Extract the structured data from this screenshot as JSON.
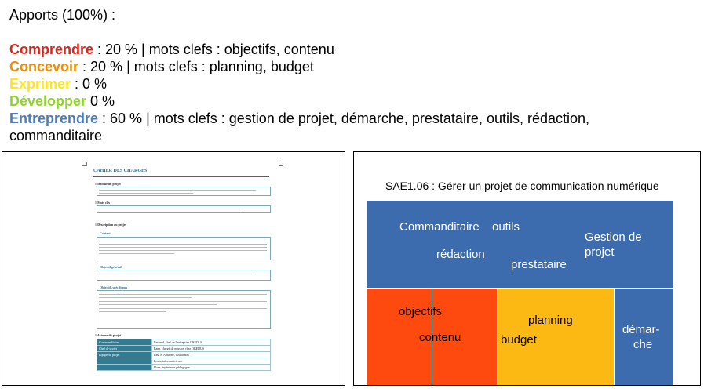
{
  "header": {
    "title": "Apports (100%) :",
    "items": [
      {
        "name": "Comprendre",
        "color": "#d8261c",
        "text": " : 20 % | mots clefs : objectifs, contenu"
      },
      {
        "name": "Concevoir",
        "color": "#f08c00",
        "text": " : 20 % | mots clefs : planning, budget"
      },
      {
        "name": "Exprimer",
        "color": "#ffe51a",
        "text": " : 0 %"
      },
      {
        "name": "Développer",
        "color": "#8fd32c",
        "text": "  0 %"
      },
      {
        "name": "Entreprendre",
        "color": "#4e7cb8",
        "text": " : 60 %  | mots clefs :  gestion de projet, démarche, prestataire, outils, rédaction,",
        "continuation": "commanditaire"
      }
    ]
  },
  "document": {
    "title": "CAHIER DES CHARGES",
    "sections": [
      "// Intitulé du projet",
      "// Mots clés",
      "// Description du projet",
      "// Acteurs du projet"
    ],
    "subheads": [
      "Contexte",
      "Objectif général",
      "Objectifs spécifiques"
    ],
    "table": [
      [
        "Commanditaire",
        "Bernard, chef de l'entreprise OBEDUS"
      ],
      [
        "Chef de projet",
        "Lana, chargé de mission chez OBEDUS"
      ],
      [
        "Equipe de projet",
        "Lina et Anthony, Graphistes"
      ],
      [
        "",
        "Louis, informaticienne"
      ],
      [
        "",
        "Flora, ingénieure pédagogue"
      ]
    ]
  },
  "treemap": {
    "title": "SAE1.06 : Gérer un projet de communication numérique",
    "top": [
      "Commanditaire",
      "outils",
      "Gestion de",
      "projet",
      "rédaction",
      "prestataire"
    ],
    "left": [
      "objectifs",
      "contenu"
    ],
    "middle": [
      "planning",
      "budget"
    ],
    "right": [
      "démar-",
      "che"
    ]
  }
}
